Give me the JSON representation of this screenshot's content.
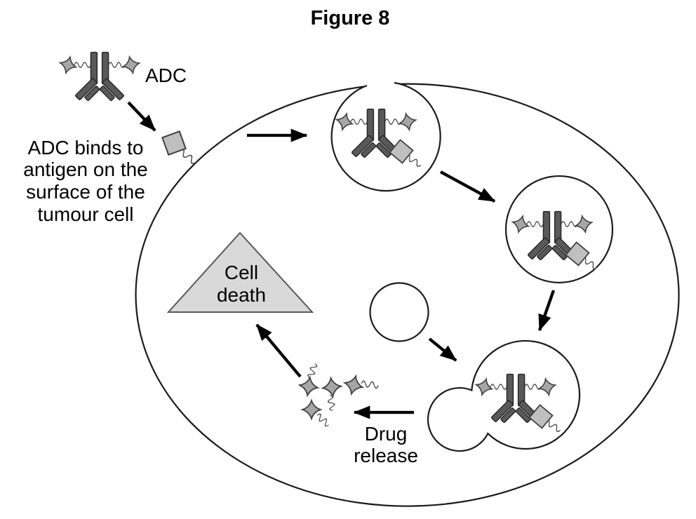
{
  "figure": {
    "title": "Figure 8"
  },
  "labels": {
    "adc": "ADC",
    "binding_caption": [
      "ADC binds to",
      "antigen on the",
      "surface of the",
      "tumour cell"
    ],
    "cell_death": [
      "Cell",
      "death"
    ],
    "drug_release": [
      "Drug",
      "release"
    ]
  },
  "colors": {
    "background": "#ffffff",
    "outline": "#1a1a1a",
    "arrow": "#000000",
    "antibody_fill": "#595959",
    "antibody_outline": "#262626",
    "drug_star_fill": "#a6a6a6",
    "drug_star_outline": "#404040",
    "antigen_fill": "#bfbfbf",
    "linker_squiggle": "#595959",
    "cell_death_triangle_fill": "#d9d9d9",
    "cell_death_triangle_outline": "#595959"
  },
  "icons": {
    "adc-icon": "antibody-with-two-star-drug-payloads",
    "antigen-icon": "tilted-gray-square-with-linker",
    "drug-molecule-icon": "four-point-star-with-squiggle-linker",
    "arrow-icon": "solid-black-arrow"
  }
}
